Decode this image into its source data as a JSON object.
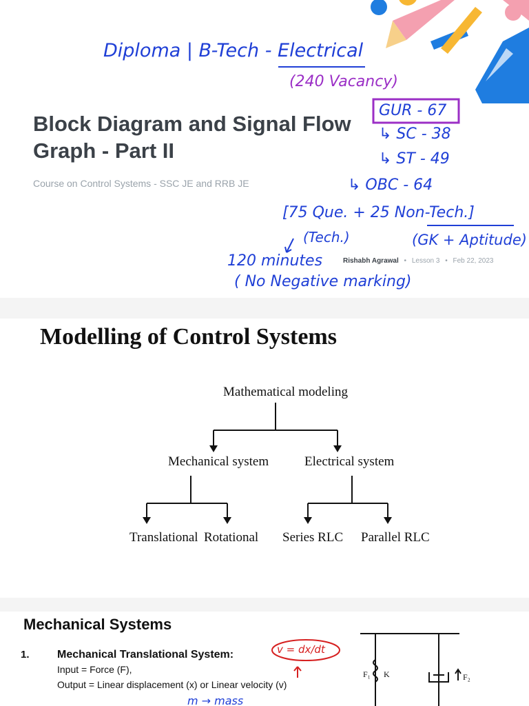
{
  "lesson": {
    "title": "Block Diagram and Signal Flow Graph - Part II",
    "subtitle": "Course on Control Systems - SSC JE and RRB JE",
    "author": "Rishabh Agrawal",
    "lesson_number": "Lesson 3",
    "date": "Feb 22, 2023",
    "separator": "•"
  },
  "annotations": {
    "line1": "Diploma | B-Tech - Electrical",
    "vacancy": "(240 Vacancy)",
    "gur": "GUR - 67",
    "sc": "↳ SC - 38",
    "st": "↳ ST - 49",
    "obc": "↳ OBC - 64",
    "questions": "[75 Que. + 25 Non-Tech.]",
    "tech": "(Tech.)",
    "gk": "(GK + Aptitude)",
    "minutes": "120 minutes",
    "negative": "( No Negative marking)"
  },
  "slide2": {
    "title": "Modelling of Control Systems",
    "root": "Mathematical modeling",
    "mech": "Mechanical system",
    "elec": "Electrical system",
    "translational": "Translational",
    "rotational": "Rotational",
    "series": "Series RLC",
    "parallel": "Parallel RLC"
  },
  "slide3": {
    "title": "Mechanical Systems",
    "number": "1.",
    "heading": "Mechanical Translational System:",
    "input": "Input = Force (F),",
    "output": "Output = Linear displacement (x) or Linear velocity (v)",
    "note_velocity": "v = dx/dt",
    "note_mass": "m → mass",
    "spring_label": "F₁",
    "spring_k": "K",
    "damper_label": "F₂"
  },
  "colors": {
    "title_text": "#3b4148",
    "muted_text": "#9aa3ab",
    "ink_blue": "#1f3fd6",
    "ink_purple": "#9b2fc6",
    "ink_red": "#d62020",
    "deco_blue": "#1f7de0",
    "deco_orange": "#f7b733",
    "deco_pink": "#f4a0b0"
  }
}
